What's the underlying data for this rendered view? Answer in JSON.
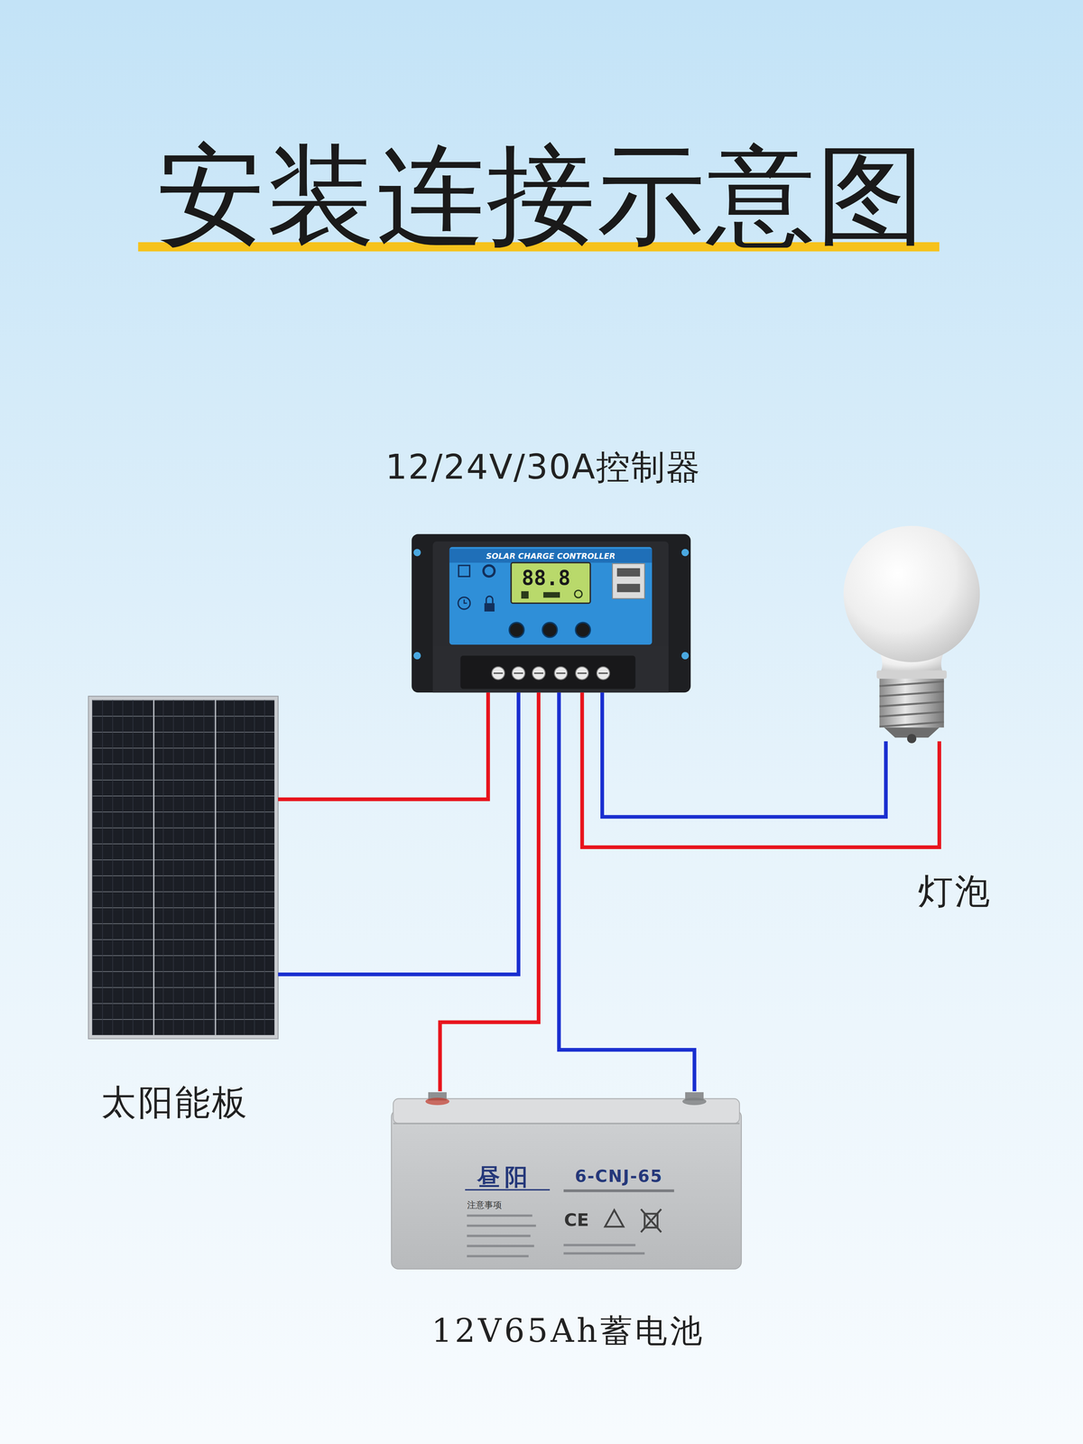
{
  "diagram": {
    "title": "安装连接示意图",
    "nodes": [
      {
        "text": [
          "12/24V/30A控制器"
        ]
      },
      {
        "text": [
          "灯泡"
        ]
      },
      {
        "text": [
          "太阳能板"
        ]
      },
      {
        "text": [
          "12V65Ah蓄电池"
        ]
      }
    ],
    "edges": [
      {
        "from": 2,
        "to": 0,
        "arrow": "none"
      },
      {
        "from": 2,
        "to": 0,
        "arrow": "none"
      },
      {
        "from": 3,
        "to": 0,
        "arrow": "none"
      },
      {
        "from": 3,
        "to": 0,
        "arrow": "none"
      },
      {
        "from": 0,
        "to": 1,
        "arrow": "none"
      },
      {
        "from": 0,
        "to": 1,
        "arrow": "none"
      }
    ],
    "labels": [
      "SOLAR CHARGE CONTROLLER",
      "88.8",
      "昼阳",
      "6-CNJ-65",
      "注意事项",
      "CE"
    ]
  }
}
